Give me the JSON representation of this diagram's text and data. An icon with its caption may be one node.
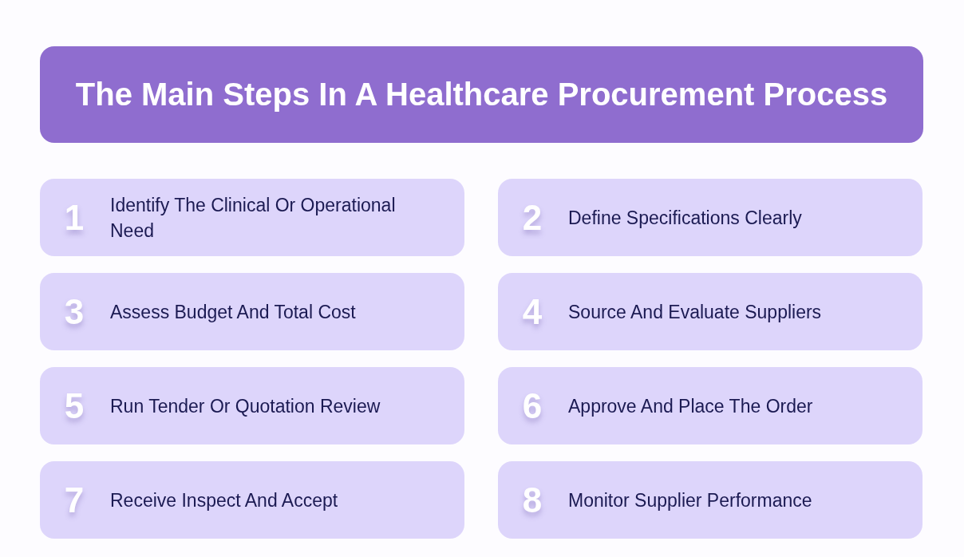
{
  "diagram": {
    "title": "The Main Steps In A Healthcare Procurement Process",
    "nodes": [
      {
        "text": [
          "1",
          "Identify The Clinical Or Operational Need"
        ]
      },
      {
        "text": [
          "2",
          "Define Specifications Clearly"
        ]
      },
      {
        "text": [
          "3",
          "Assess Budget And Total Cost"
        ]
      },
      {
        "text": [
          "4",
          "Source And Evaluate Suppliers"
        ]
      },
      {
        "text": [
          "5",
          "Run Tender Or Quotation Review"
        ]
      },
      {
        "text": [
          "6",
          "Approve And Place The Order"
        ]
      },
      {
        "text": [
          "7",
          "Receive Inspect And Accept"
        ]
      },
      {
        "text": [
          "8",
          "Monitor Supplier Performance"
        ]
      }
    ]
  }
}
